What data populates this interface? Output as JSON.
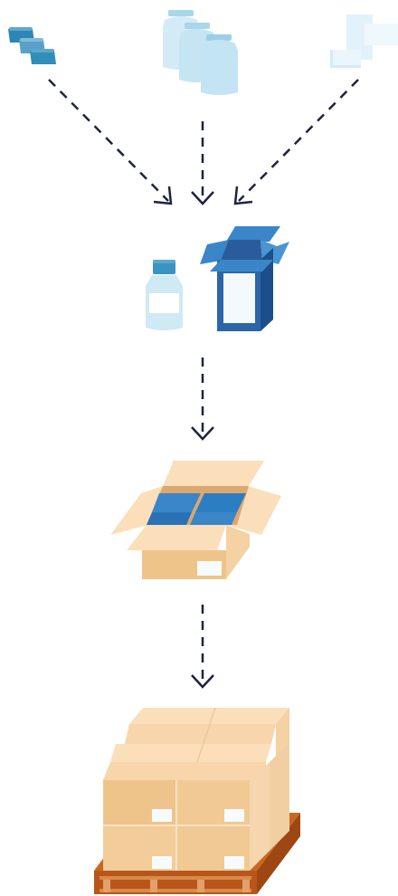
{
  "diagram": {
    "kind": "packaging-flow",
    "stages": [
      {
        "id": "components",
        "items": [
          "caps-icon",
          "bottles-icon",
          "labels-icon"
        ]
      },
      {
        "id": "primary-pack",
        "items": [
          "bottle-icon",
          "carton-icon"
        ]
      },
      {
        "id": "secondary-pack",
        "items": [
          "shipping-box-icon"
        ]
      },
      {
        "id": "palletized",
        "items": [
          "pallet-icon"
        ]
      }
    ],
    "colors": {
      "arrow": "#1f2340",
      "cap_blue": "#3a93c0",
      "bottle": "#cfe9f5",
      "carton_blue": "#2b67a8",
      "box_tan": "#f0c58a",
      "pallet_brown": "#b8561a"
    }
  }
}
